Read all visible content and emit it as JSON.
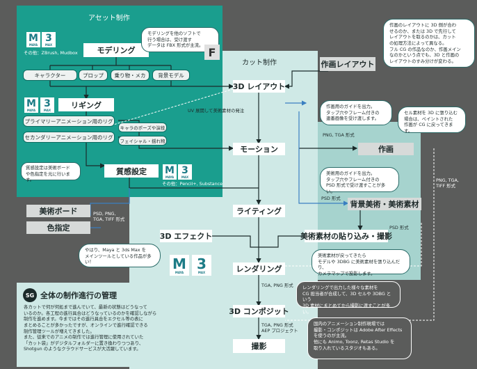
{
  "zones": {
    "asset_title": "アセット制作",
    "cut_title": "カット制作"
  },
  "asset": {
    "modeling": "モデリング",
    "modeling_sub": "その他：ZBrush, Mudbox",
    "character": "キャラクター",
    "prop": "プロップ",
    "vehicle": "乗り物・メカ",
    "background_model": "背景モデル",
    "rigging": "リギング",
    "primary_rig": "プライマリーアニメーション用のリグ",
    "secondary_rig": "セカンダリーアニメーション用のリグ",
    "char_pose": "キャラのポーズや演技",
    "facial": "フェイシャル・揺れ物",
    "texturing": "質感設定",
    "texturing_sub": "その他：Pencil+, Substance",
    "bubble_modeling": "モデリングを他のソフトで\n行う場合は、受け渡す\nデータは FBX 形式が主流。",
    "bubble_texturing": "質感設定は美術ボード\nや色指定を元に行います。"
  },
  "logos": {
    "maya_letter": "M",
    "maya_name": "MAYA",
    "max_letter": "3",
    "max_name": "MAX",
    "fbx_letter": "F"
  },
  "cut": {
    "layout_sheet": "作画レイアウト",
    "layout_3d": "3D レイアウト",
    "motion": "モーション",
    "lighting": "ライティング",
    "effect": "3D エフェクト",
    "rendering": "レンダリング",
    "composite": "3D コンポジット",
    "shooting": "撮影",
    "sakuga": "作画",
    "bg_art": "背景美術・美術素材",
    "art_paste": "美術素材の貼り込み・撮影",
    "art_board": "美術ボード",
    "color_spec": "色指定"
  },
  "labels": {
    "uv_note": "UV 展開して美術素材の発注",
    "png_tga_1": "PNG, TGA 形式",
    "png_tga_tiff": "PNG, TGA,\nTIFF 形式",
    "psd_format": "PSD 形式",
    "psd_format_2": "PSD 形式",
    "psd_png": "PSD, PNG,\nTGA, TIFF 形式",
    "tga_png": "TGA, PNG 形式",
    "tga_png_aep": "TGA, PNG 形式\nAEP プロジェクト"
  },
  "bubbles": {
    "layout_info": "作画のレイアウトに 3D 側が合わ\nせるのか、または 3D で先行して\nレイアウトを取るのかは、カット\nの処理方法によって異なる。\nフル CG の作品なのか、作画メイン\nなのかという点でも、3D と作画の\nレイアウトのすみ分けが変わる。",
    "guide_out": "作画用のガイドを出力。\nタップ穴やフレーム付きの\n連番画像を受け渡します。",
    "cel_info": "セル素材を 3D に張り込む\n場合は、ペイントされた\n作画が CG に戻ってきます。",
    "art_guide": "美術用のガイドを出力。\nタップ穴やフレーム付きの\nPSD 形式で受け渡すことが多い。",
    "art_return": "美術素材が戻ってきたら\nモデルや 3DBG に美術素材を張り込んだり、\nカメラマップで投影します。",
    "maya_main": "やはり、Maya と 3ds Max を\nメインツールとしている作品が多い！",
    "render_out": "レンダリングで出力した様々な素材を\nCG 担当者が合成して、3D セルや 3DBG という\n3D 素材にまとめてから撮影に渡すことが多い。",
    "composite_note": "国内のアニメーション制作現場では\n撮影・コンポジットは Adobe After Effects\nを使うのが主流。\n他にも Animo, Toonz, Retas Studio を\n取り入れているスタジオもある。"
  },
  "management": {
    "badge": "SG",
    "title": "全体の制作進行の管理",
    "body": "各カットで何が何処まで進んでいて、最新の状態はどうなって\nいるのか。各工程の進行具合はどうなっているのかを確認しながら\n制作を進めます。今まではその進行具合をエクセル等の表に\nまとめることが多かったですが、オンラインで進行確認できる\n制作管理ツールが増えてきました。\nまた、従来でのアニメの制作では進行管理に使用されていた\n「カット袋」がデジタルフォルダーに置き換わりつつあり、\nShotgun のようなクラウドサービスが大活躍しています。"
  },
  "colors": {
    "background": "#5b5c5b",
    "asset_zone": "#1a9e8e",
    "cut_zone": "#cfe9e6",
    "middle_zone": "#a6d3ce",
    "arrow_dark": "#1b2a2a",
    "arrow_blue": "#3a7fc1",
    "logo_teal": "#1c7b86"
  }
}
